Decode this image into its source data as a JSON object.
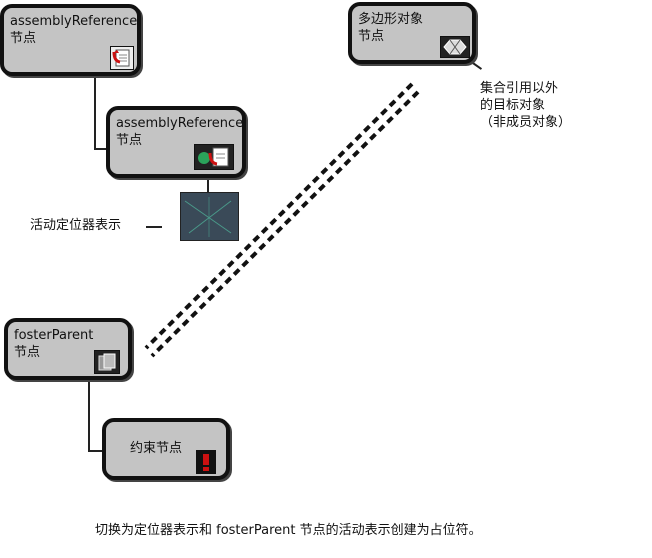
{
  "nodes": {
    "assembly_ref_top": {
      "label": "assemblyReference\n节点",
      "icon": "assembly-reference-icon"
    },
    "assembly_ref_child": {
      "label": "assemblyReference\n节点",
      "icon": "assembly-reference-active-icon"
    },
    "polygon_object": {
      "label": "多边形对象\n节点",
      "icon": "polygon-object-icon"
    },
    "foster_parent": {
      "label": "fosterParent\n节点",
      "icon": "foster-parent-icon"
    },
    "constraint_node": {
      "label": "约束节点",
      "icon": "constraint-warning-icon"
    }
  },
  "annotations": {
    "locator": "活动定位器表示",
    "target": "集合引用以外\n的目标对象\n（非成员对象）"
  },
  "caption": "切换为定位器表示和 fosterParent 节点的活动表示创建为占位符。",
  "colors": {
    "node_fill": "#c4c4c4",
    "border": "#111111",
    "accent_red": "#cc1111",
    "locator_bg": "#3a4a58"
  }
}
